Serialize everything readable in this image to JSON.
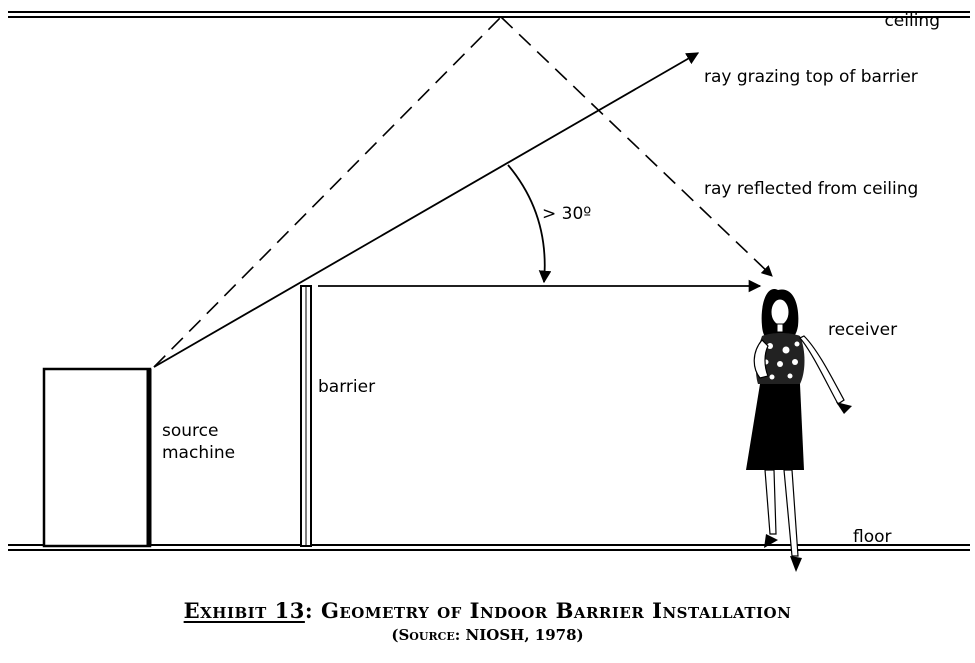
{
  "labels": {
    "ceiling": "ceiling",
    "ray_grazing": "ray grazing top of barrier",
    "ray_reflected": "ray reflected from ceiling",
    "angle": "> 30º",
    "receiver": "receiver",
    "barrier": "barrier",
    "source_line1": "source",
    "source_line2": "machine",
    "floor": "floor"
  },
  "caption": {
    "exhibit": "Exhibit 13",
    "title": ":  Geometry of Indoor Barrier Installation",
    "source": "(Source:  NIOSH, 1978)"
  }
}
